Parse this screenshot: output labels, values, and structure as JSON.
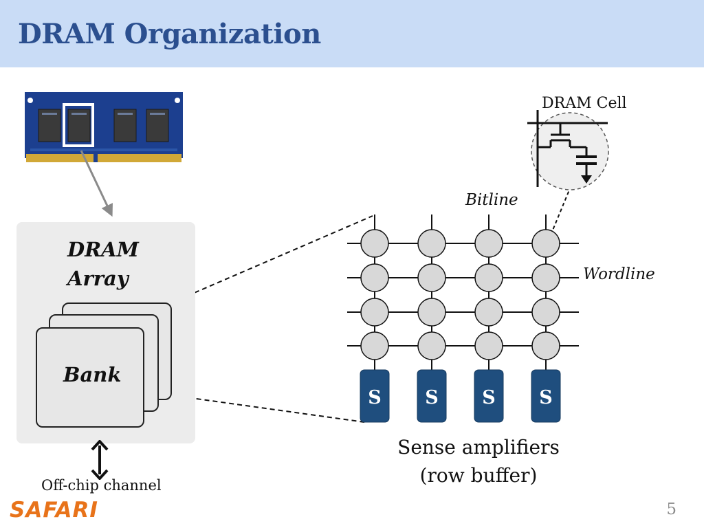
{
  "slide": {
    "title": "DRAM Organization",
    "page_number": "5",
    "logo": "SAFARI"
  },
  "module": {
    "image": "dram-module-photo"
  },
  "array_panel": {
    "label_line1": "DRAM",
    "label_line2": "Array",
    "bank_label": "Bank",
    "channel_label": "Off-chip channel"
  },
  "cell_array": {
    "bitline_label": "Bitline",
    "wordline_label": "Wordline",
    "cell_label": "DRAM Cell",
    "sense_amp_letter": "S",
    "sense_amp_caption_line1": "Sense amplifiers",
    "sense_amp_caption_line2": "(row buffer)",
    "rows": 4,
    "columns": 4
  },
  "colors": {
    "header_bg": "#c9dcf6",
    "title": "#2b4f8f",
    "sense_amp": "#1f4e7e",
    "cell_fill": "#d8d8d8",
    "logo": "#e8731a"
  }
}
